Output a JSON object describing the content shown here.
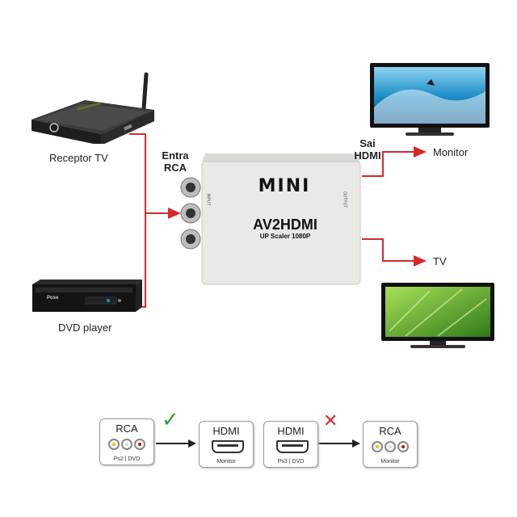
{
  "devices": {
    "receiver_label": "Receptor TV",
    "dvd_label": "DVD player",
    "dvd_brand": "Pose",
    "monitor_label": "Monitor",
    "tv_label": "TV"
  },
  "connections": {
    "input_label_line1": "Entra",
    "input_label_line2": "RCA",
    "output_label_line1": "Sai",
    "output_label_line2": "HDMI"
  },
  "converter": {
    "brand": "MINI",
    "model": "AV2HDMI",
    "subtitle": "UP Scaler 1080P",
    "input_side_label": "INPUT",
    "output_side_label": "OUTPUT"
  },
  "compatibility": {
    "valid": {
      "from_title": "RCA",
      "from_sub": "Ps2 | DVD",
      "to_title": "HDMI",
      "to_sub": "Monitor",
      "mark": "✓"
    },
    "invalid": {
      "from_title": "HDMI",
      "from_sub": "Ps3 | DVD",
      "to_title": "RCA",
      "to_sub": "Monitor",
      "mark": "✕"
    }
  },
  "colors": {
    "wire": "#d42a2a",
    "check": "#2e9e3a",
    "cross": "#d42a2a",
    "converter_body": "#e9e9e6"
  }
}
